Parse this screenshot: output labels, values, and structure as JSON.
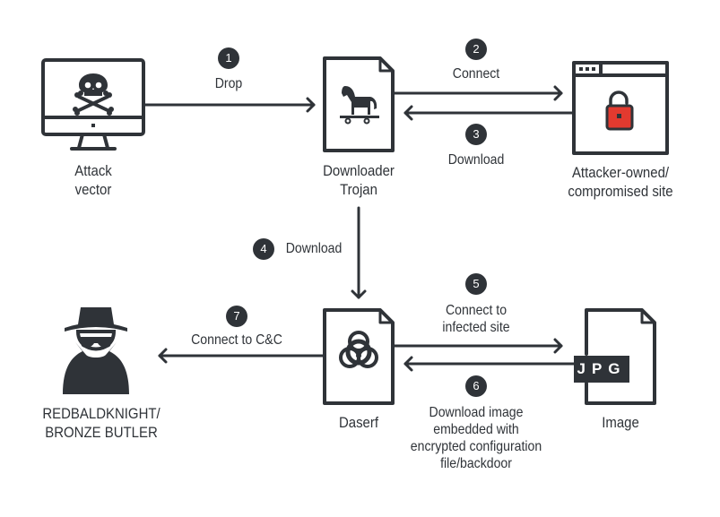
{
  "colors": {
    "ink": "#2f3338",
    "lock_red": "#e23a2f",
    "background": "#ffffff"
  },
  "nodes": {
    "attack_vector": {
      "label_line1": "Attack",
      "label_line2": "vector",
      "icon": "computer-skull-icon"
    },
    "downloader": {
      "label_line1": "Downloader",
      "label_line2": "Trojan",
      "icon": "trojan-horse-file-icon"
    },
    "attacker_site": {
      "label_line1": "Attacker-owned/",
      "label_line2": "compromised site",
      "icon": "browser-unlocked-icon"
    },
    "actor": {
      "label_line1": "REDBALDKNIGHT/",
      "label_line2": "BRONZE BUTLER",
      "icon": "spy-icon"
    },
    "daserf": {
      "label_line1": "Daserf",
      "icon": "biohazard-file-icon"
    },
    "image": {
      "label_line1": "Image",
      "badge": "JPG",
      "icon": "jpg-file-icon"
    }
  },
  "steps": [
    {
      "num": "1",
      "lines": [
        "Drop"
      ]
    },
    {
      "num": "2",
      "lines": [
        "Connect"
      ]
    },
    {
      "num": "3",
      "lines": [
        "Download"
      ]
    },
    {
      "num": "4",
      "lines": [
        "Download"
      ]
    },
    {
      "num": "5",
      "lines": [
        "Connect to",
        "infected site"
      ]
    },
    {
      "num": "6",
      "lines": [
        "Download image",
        "embedded with",
        "encrypted configuration",
        "file/backdoor"
      ]
    },
    {
      "num": "7",
      "lines": [
        "Connect to C&C"
      ]
    }
  ]
}
